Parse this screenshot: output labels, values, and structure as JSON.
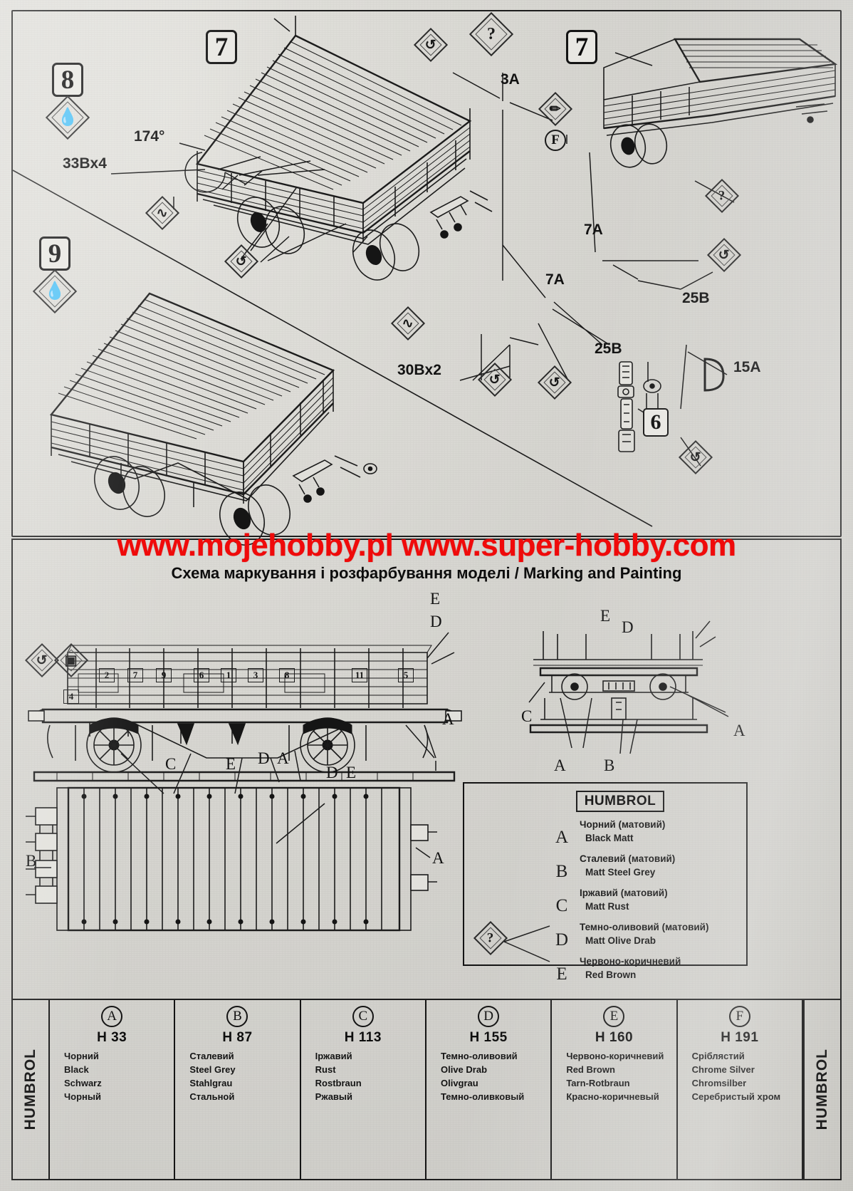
{
  "sheet": {
    "watermark": "www.mojehobby.pl www.super-hobby.com",
    "section_title": "Схема маркування і розфарбування моделі /  Marking and Painting"
  },
  "assembly": {
    "steps": [
      {
        "id": "step-8",
        "number": "8"
      },
      {
        "id": "step-9",
        "number": "9"
      },
      {
        "id": "step-7-left",
        "number": "7"
      },
      {
        "id": "step-7-right",
        "number": "7"
      },
      {
        "id": "step-6",
        "number": "6"
      }
    ],
    "part_labels": [
      {
        "id": "angle-174",
        "text": "174°"
      },
      {
        "id": "part-33bx4",
        "text": "33Bx4"
      },
      {
        "id": "part-3a",
        "text": "3A"
      },
      {
        "id": "part-7a-upper",
        "text": "7A"
      },
      {
        "id": "part-7a-lower",
        "text": "7A"
      },
      {
        "id": "part-25b-upper",
        "text": "25B"
      },
      {
        "id": "part-25b-lower",
        "text": "25B"
      },
      {
        "id": "part-15a",
        "text": "15A"
      },
      {
        "id": "part-30bx2",
        "text": "30Bx2"
      }
    ],
    "icon_captions": [
      {
        "id": "brush-F",
        "text": "F"
      }
    ],
    "icons": {
      "glue_drop": "glue-drop-icon",
      "rotate": "rotate-arrow-icon",
      "question": "question-mark-icon",
      "brush": "paint-brush-icon",
      "wire": "bend-wire-icon"
    }
  },
  "marking": {
    "side_view": {
      "panel_numbers": [
        "2",
        "7",
        "9",
        "6",
        "1",
        "3",
        "8",
        "11",
        "5"
      ],
      "panel_number_extra": "4",
      "callouts": [
        "E",
        "D",
        "A",
        "C",
        "E",
        "D",
        "A"
      ]
    },
    "end_view": {
      "callouts": [
        "E",
        "D",
        "C",
        "A",
        "A",
        "B"
      ]
    },
    "top_view": {
      "callouts": [
        "D",
        "E",
        "A",
        "B"
      ]
    }
  },
  "humbrol_legend": {
    "title": "HUMBROL",
    "entries": [
      {
        "key": "A",
        "ua": "Чорний (матовий)",
        "en": "Black Matt"
      },
      {
        "key": "B",
        "ua": "Сталевий (матовий)",
        "en": "Matt Steel Grey"
      },
      {
        "key": "C",
        "ua": "Іржавий (матовий)",
        "en": "Matt Rust"
      },
      {
        "key": "D",
        "ua": "Темно-оливовий (матовий)",
        "en": "Matt Olive Drab"
      },
      {
        "key": "E",
        "ua": "Червоно-коричневий",
        "en": "Red Brown"
      }
    ]
  },
  "color_table": {
    "brand_left": "HUMBROL",
    "brand_right": "HUMBROL",
    "columns": [
      {
        "badge": "A",
        "code": "H 33",
        "names": [
          "Чорний",
          "Black",
          "Schwarz",
          "Чорный"
        ]
      },
      {
        "badge": "B",
        "code": "H 87",
        "names": [
          "Сталевий",
          "Steel Grey",
          "Stahlgrau",
          "Стальной"
        ]
      },
      {
        "badge": "C",
        "code": "H 113",
        "names": [
          "Іржавий",
          "Rust",
          "Rostbraun",
          "Ржавый"
        ]
      },
      {
        "badge": "D",
        "code": "H 155",
        "names": [
          "Темно-оливовий",
          "Olive Drab",
          "Olivgrau",
          "Темно-оливковый"
        ]
      },
      {
        "badge": "E",
        "code": "H 160",
        "names": [
          "Червоно-коричневий",
          "Red Brown",
          "Tarn-Rotbraun",
          "Красно-коричневый"
        ]
      },
      {
        "badge": "F",
        "code": "H 191",
        "names": [
          "Сріблястий",
          "Chrome Silver",
          "Chromsilber",
          "Серебристый хром"
        ]
      }
    ]
  },
  "colors": {
    "ink": "#1b1b1b",
    "paper": "#d6d5d0",
    "watermark_red": "#f00a0a"
  }
}
